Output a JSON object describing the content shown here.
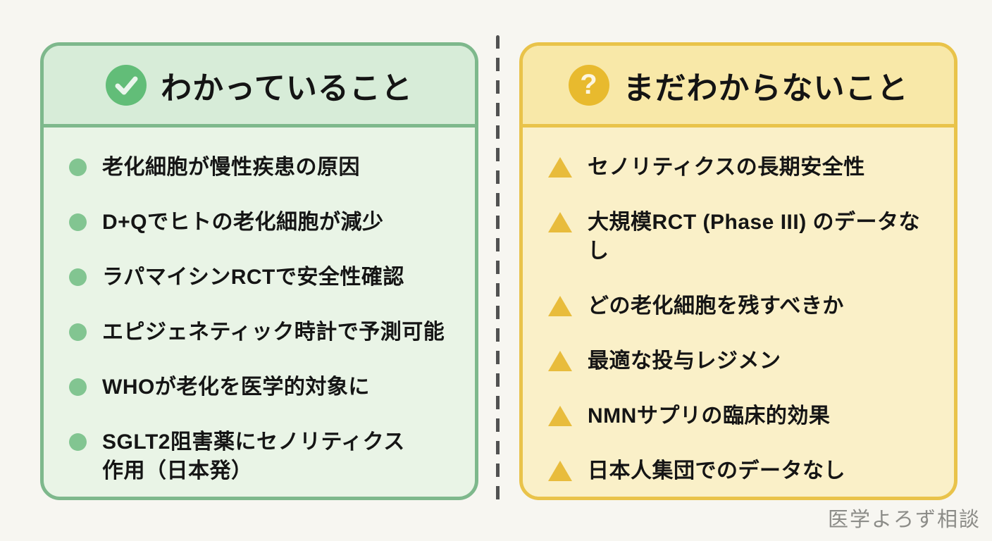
{
  "page": {
    "background_color": "#f7f6f1",
    "watermark": "医学よろず相談",
    "divider_color": "#515151"
  },
  "known_panel": {
    "title": "わかっていること",
    "icon": "check-circle-icon",
    "colors": {
      "border": "#7eb88c",
      "header_bg": "#d7ecd8",
      "body_bg": "#e9f4e6",
      "icon_bg": "#62bd78",
      "bullet": "#82c591"
    },
    "items": [
      "老化細胞が慢性疾患の原因",
      "D+Qでヒトの老化細胞が減少",
      "ラパマイシンRCTで安全性確認",
      "エピジェネティック時計で予測可能",
      "WHOが老化を医学的対象に",
      "SGLT2阻害薬にセノリティクス\n作用（日本発）"
    ]
  },
  "unknown_panel": {
    "title": "まだわからないこと",
    "icon": "question-circle-icon",
    "icon_glyph": "?",
    "colors": {
      "border": "#e9c34a",
      "header_bg": "#f8e8a8",
      "body_bg": "#faf0c8",
      "icon_bg": "#e8ba2e",
      "bullet": "#e8bc3c"
    },
    "items": [
      "セノリティクスの長期安全性",
      "大規模RCT (Phase III) のデータなし",
      "どの老化細胞を残すべきか",
      "最適な投与レジメン",
      "NMNサプリの臨床的効果",
      "日本人集団でのデータなし"
    ]
  }
}
